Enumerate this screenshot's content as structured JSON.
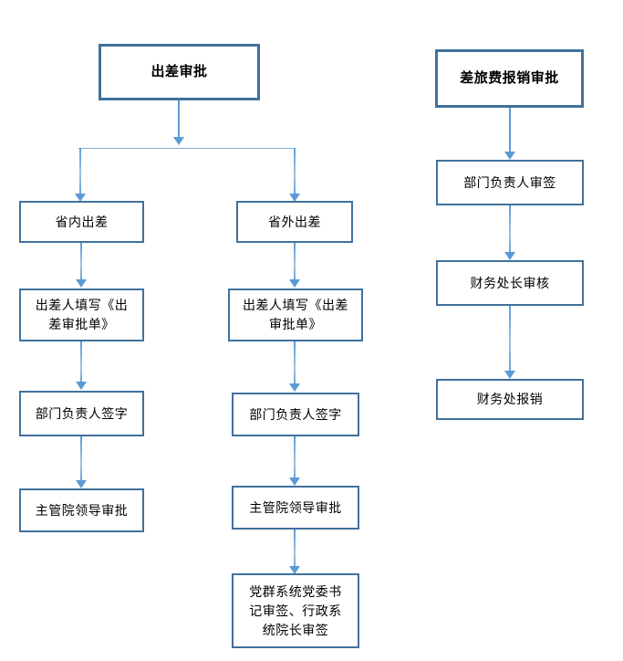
{
  "diagram": {
    "title_left": "出差审批",
    "title_right": "差旅费报销审批",
    "columns": {
      "inside_province": {
        "branch_label": "省内出差",
        "steps": [
          "出差人填写《出\n差审批单》",
          "部门负责人签字",
          "主管院领导审批"
        ]
      },
      "outside_province": {
        "branch_label": "省外出差",
        "steps": [
          "出差人填写《出差\n审批单》",
          "部门负责人签字",
          "主管院领导审批",
          "党群系统党委书\n记审签、行政系\n统院长审签"
        ]
      },
      "reimbursement": {
        "steps": [
          "部门负责人审签",
          "财务处长审核",
          "财务处报销"
        ]
      }
    },
    "colors": {
      "box_border": "#41719C",
      "connector": "#5B9BD5",
      "connector_light": "#9CC3E5",
      "text": "#000000",
      "background": "#FFFFFF"
    }
  }
}
